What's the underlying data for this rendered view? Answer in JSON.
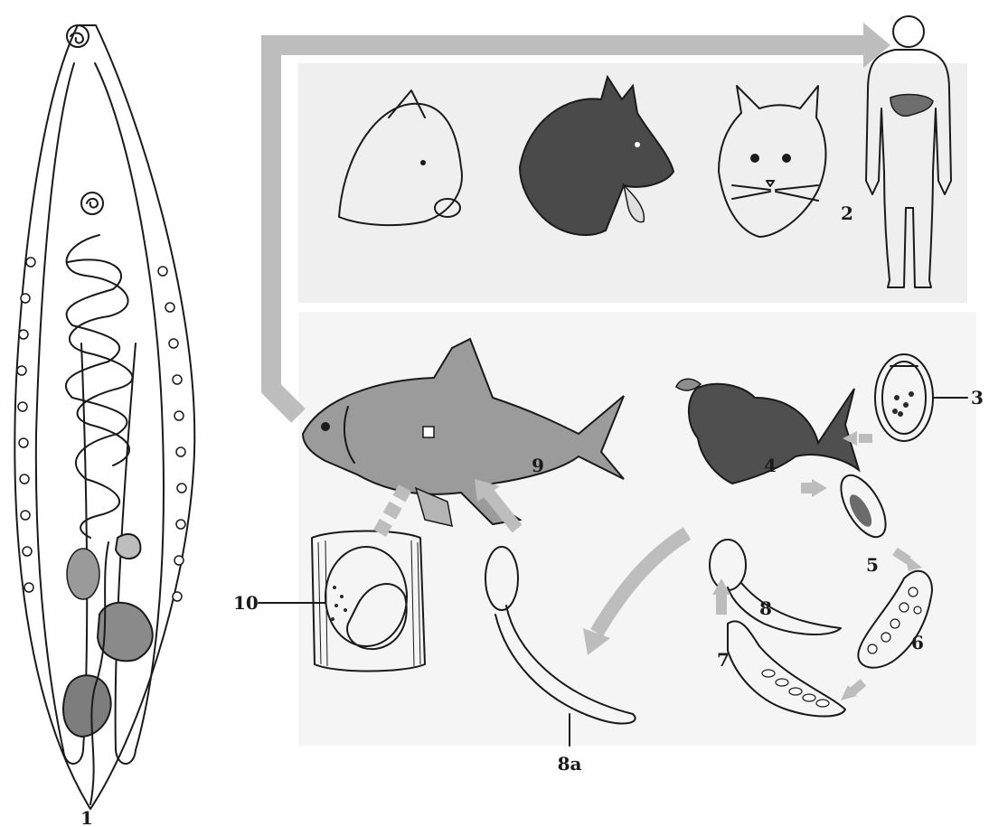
{
  "labels": {
    "n1": "1",
    "n2": "2",
    "n3": "3",
    "n4": "4",
    "n5": "5",
    "n6": "6",
    "n7": "7",
    "n8": "8",
    "n8a": "8a",
    "n9": "9",
    "n10": "10"
  }
}
